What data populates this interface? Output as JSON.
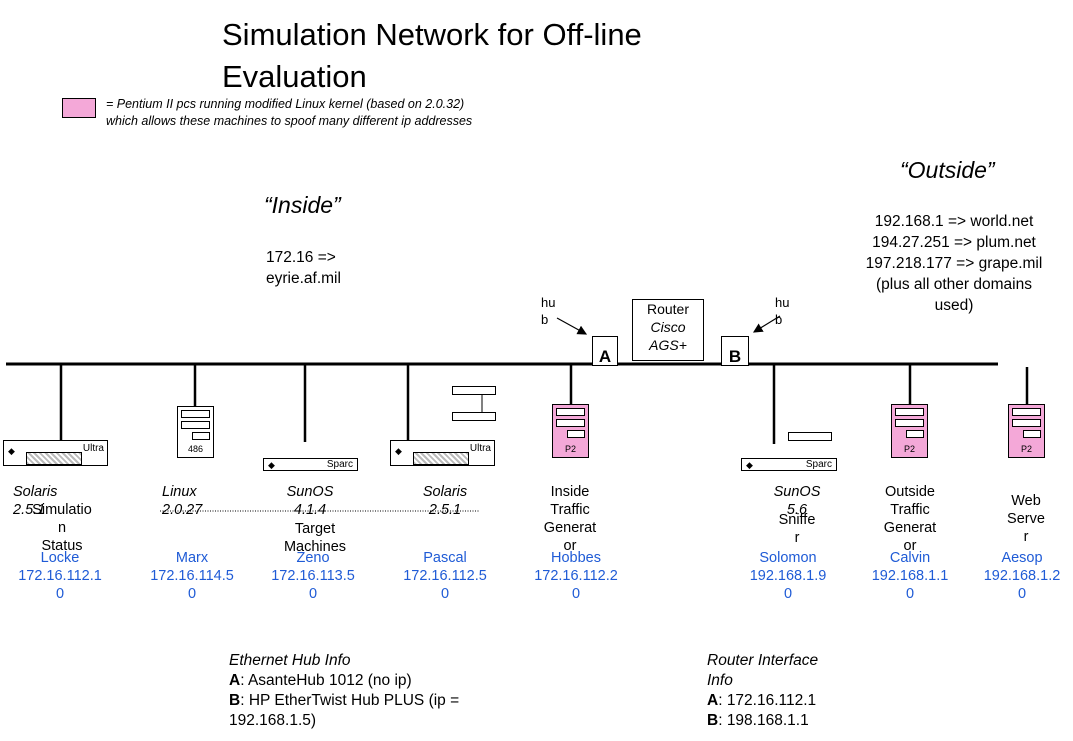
{
  "title": "Simulation Network for Off-line Evaluation",
  "legend": {
    "color": "#f4a8d8",
    "line1": "= Pentium II pcs running modified Linux kernel (based on 2.0.32)",
    "line2": "which allows these machines to spoof many different ip addresses"
  },
  "inside": {
    "label": "“Inside”",
    "mapping_line1": "172.16 =>",
    "mapping_line2": "eyrie.af.mil"
  },
  "outside": {
    "label": "“Outside”",
    "mappings": [
      "192.168.1 =>  world.net",
      "194.27.251 =>  plum.net",
      "197.218.177 =>  grape.mil",
      "(plus all other domains",
      "used)"
    ]
  },
  "hub_label_line1": "hu",
  "hub_label_line2": "b",
  "hub_a": "A",
  "hub_b": "B",
  "router": {
    "line1": "Router",
    "line2": "Cisco",
    "line3": "AGS+"
  },
  "target_machines": {
    "line1": "Target",
    "line2": "Machines"
  },
  "device_labels": {
    "ultra": "Ultra",
    "sparc": "Sparc",
    "p2": "P2",
    "486": "486"
  },
  "hosts": [
    {
      "os1": "Solaris",
      "os2": "2.5.1",
      "role": [
        "Simulatio",
        "n",
        "Status"
      ],
      "name": "Locke",
      "ip1": "172.16.112.1",
      "ip2": "0"
    },
    {
      "os1": "Linux",
      "os2": "2.0.27",
      "role": [],
      "name": "Marx",
      "ip1": "172.16.114.5",
      "ip2": "0"
    },
    {
      "os1": "SunOS",
      "os2": "4.1.4",
      "role": [],
      "name": "Zeno",
      "ip1": "172.16.113.5",
      "ip2": "0"
    },
    {
      "os1": "Solaris",
      "os2": "2.5.1",
      "role": [],
      "name": "Pascal",
      "ip1": "172.16.112.5",
      "ip2": "0"
    },
    {
      "os1": "",
      "os2": "",
      "role": [
        "Inside",
        "Traffic",
        "Generat",
        "or"
      ],
      "name": "Hobbes",
      "ip1": "172.16.112.2",
      "ip2": "0"
    },
    {
      "os1": "SunOS",
      "os2": "5.6",
      "role": [
        "Sniffe",
        "r"
      ],
      "name": "Solomon",
      "ip1": "192.168.1.9",
      "ip2": "0"
    },
    {
      "os1": "",
      "os2": "",
      "role": [
        "Outside",
        "Traffic",
        "Generat",
        "or"
      ],
      "name": "Calvin",
      "ip1": "192.168.1.1",
      "ip2": "0"
    },
    {
      "os1": "",
      "os2": "",
      "role": [
        "Web",
        "Serve",
        "r"
      ],
      "name": "Aesop",
      "ip1": "192.168.1.2",
      "ip2": "0"
    }
  ],
  "ethernet_hub_info": {
    "title": "Ethernet Hub Info",
    "a_key": "A",
    "a_value": ": AsanteHub 1012 (no ip)",
    "b_key": "B",
    "b_value": ": HP EtherTwist Hub PLUS (ip =",
    "b_value2": "192.168.1.5)"
  },
  "router_interface_info": {
    "title_line1": "Router Interface",
    "title_line2": "Info",
    "a_key": "A",
    "a_value": ": 172.16.112.1",
    "b_key": "B",
    "b_value": ": 198.168.1.1"
  }
}
